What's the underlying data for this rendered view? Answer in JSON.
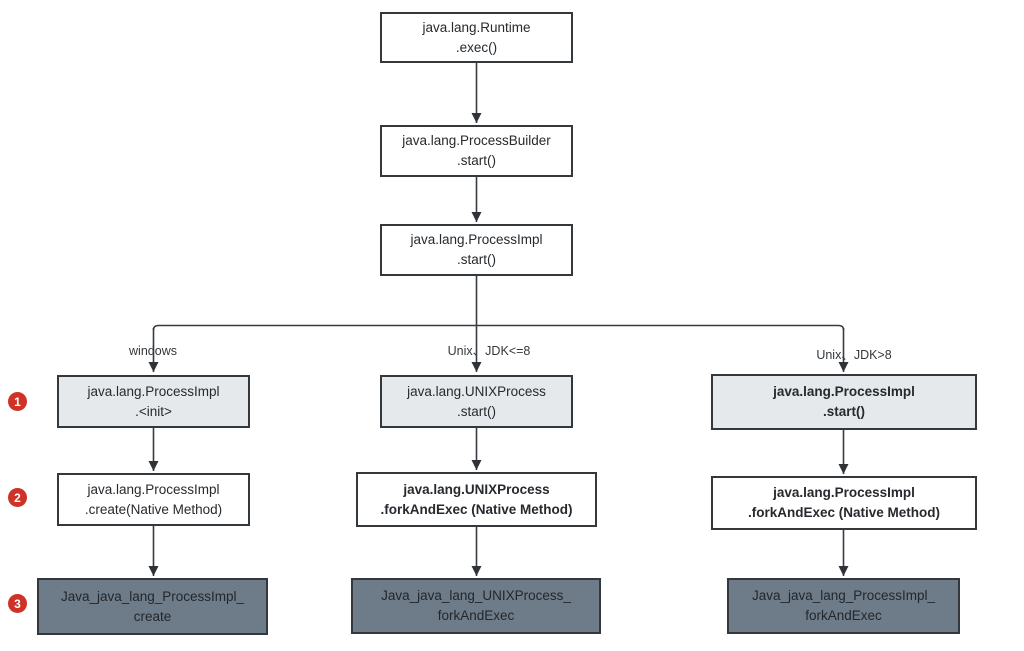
{
  "diagram": {
    "colors": {
      "box_border": "#33383c",
      "light_box_fill": "#e6e9ec",
      "white_box_fill": "#ffffff",
      "slate_box_fill": "#6e7b89",
      "connector_line": "#383c40",
      "badge_red": "#cf3327",
      "text": "#26292d"
    },
    "top_chain": [
      {
        "line1": "java.lang.Runtime",
        "line2": ".exec()"
      },
      {
        "line1": "java.lang.ProcessBuilder",
        "line2": ".start()"
      },
      {
        "line1": "java.lang.ProcessImpl",
        "line2": ".start()"
      }
    ],
    "branches": [
      {
        "label": "windows",
        "steps": [
          {
            "line1": "java.lang.ProcessImpl",
            "line2": ".<init>"
          },
          {
            "line1": "java.lang.ProcessImpl",
            "line2": ".create(Native Method)"
          },
          {
            "line1": "Java_java_lang_ProcessImpl_",
            "line2": "create"
          }
        ]
      },
      {
        "label": "Unix、JDK<=8",
        "steps": [
          {
            "line1": "java.lang.UNIXProcess",
            "line2": ".start()"
          },
          {
            "line1": "java.lang.UNIXProcess",
            "line2": ".forkAndExec (Native Method)"
          },
          {
            "line1": "Java_java_lang_UNIXProcess_",
            "line2": "forkAndExec"
          }
        ]
      },
      {
        "label": "Unix、JDK>8",
        "steps": [
          {
            "line1": "java.lang.ProcessImpl",
            "line2": ".start()"
          },
          {
            "line1": "java.lang.ProcessImpl",
            "line2": ".forkAndExec (Native Method)"
          },
          {
            "line1": "Java_java_lang_ProcessImpl_",
            "line2": "forkAndExec"
          }
        ]
      }
    ],
    "badges": [
      "1",
      "2",
      "3"
    ]
  }
}
